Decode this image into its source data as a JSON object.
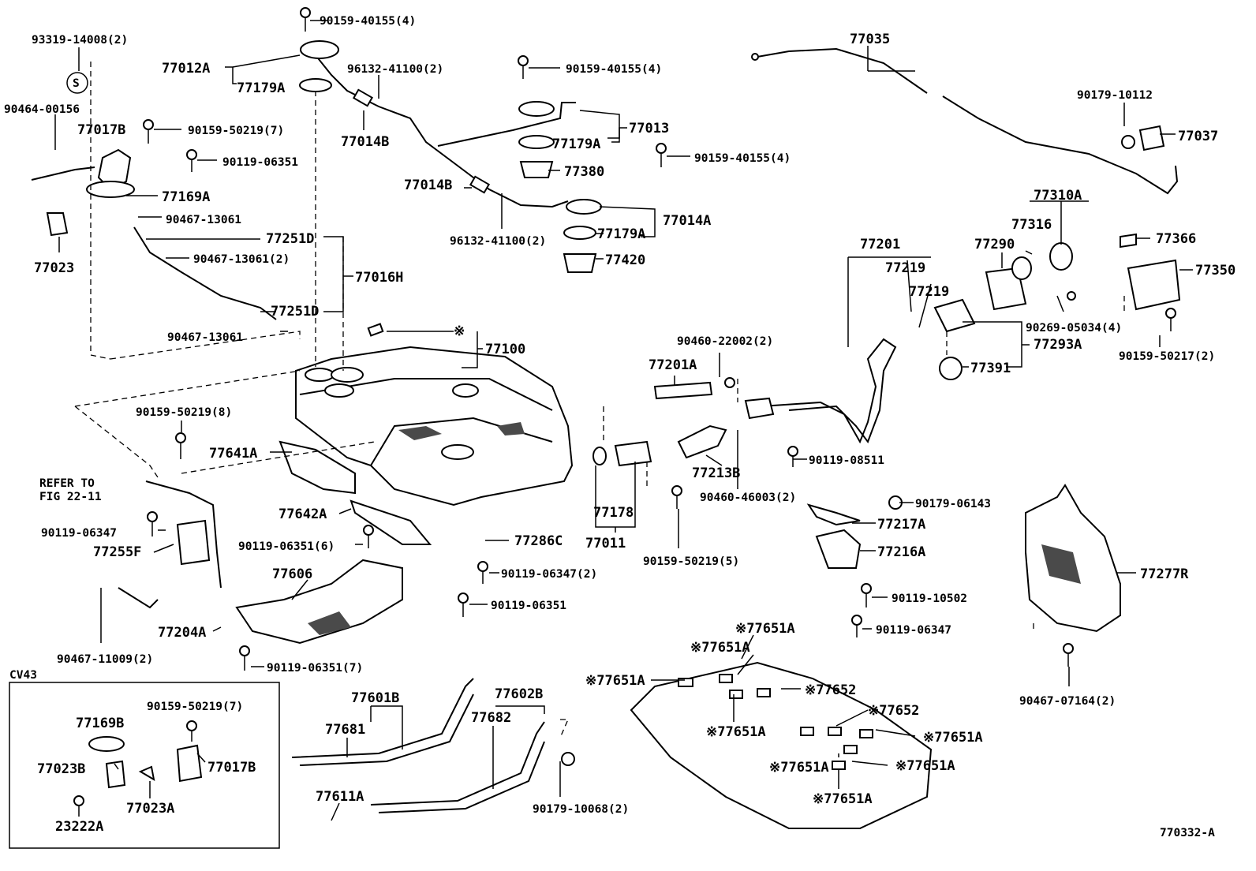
{
  "diagram": {
    "figure_id": "770332-A",
    "inset_title": "CV43",
    "refer_note": [
      "REFER TO",
      "FIG 22-11"
    ],
    "labels": {
      "p93319_14008": "93319-14008(2)",
      "p90159_40155_top": "90159-40155(4)",
      "p77012A": "77012A",
      "p96132_41100_top": "96132-41100(2)",
      "p90159_40155_mid": "90159-40155(4)",
      "p77035": "77035",
      "p90464_00156": "90464-00156",
      "p77179A_top": "77179A",
      "p77017B": "77017B",
      "p90159_50219_7": "90159-50219(7)",
      "p77014B_top": "77014B",
      "p77013": "77013",
      "p77179A_mid": "77179A",
      "p90179_10112": "90179-10112",
      "p77037": "77037",
      "p90119_06351_top": "90119-06351",
      "p77380": "77380",
      "p90159_40155_r": "90159-40155(4)",
      "p77169A": "77169A",
      "p77014B_mid": "77014B",
      "p90467_13061_a": "90467-13061",
      "p77014A": "77014A",
      "p77310A": "77310A",
      "p77023": "77023",
      "p77251D_a": "77251D",
      "p96132_41100_mid": "96132-41100(2)",
      "p77179A_low": "77179A",
      "p77316": "77316",
      "p77366": "77366",
      "p90467_13061_2": "90467-13061(2)",
      "p77420": "77420",
      "p77201": "77201",
      "p77290": "77290",
      "p77016H": "77016H",
      "p77219_a": "77219",
      "p77219_b": "77219",
      "p77350": "77350",
      "p77251D_b": "77251D",
      "p90467_13061_b": "90467-13061",
      "p77100": "77100",
      "p77100_mark": "※",
      "p90460_22002": "90460-22002(2)",
      "p90269_05034": "90269-05034(4)",
      "p77293A": "77293A",
      "p77201A": "77201A",
      "p77391": "77391",
      "p90159_50217": "90159-50217(2)",
      "p90159_50219_8": "90159-50219(8)",
      "p77641A": "77641A",
      "p90119_08511": "90119-08511",
      "p77213B": "77213B",
      "p90460_46003": "90460-46003(2)",
      "p90179_06143": "90179-06143",
      "p77642A": "77642A",
      "p77178": "77178",
      "p77217A": "77217A",
      "p90119_06347_a": "90119-06347",
      "p90119_06351_6": "90119-06351(6)",
      "p77286C": "77286C",
      "p77011": "77011",
      "p77216A": "77216A",
      "p77255F": "77255F",
      "p90159_50219_5": "90159-50219(5)",
      "p77277R": "77277R",
      "p77606": "77606",
      "p90119_06347_2": "90119-06347(2)",
      "p90119_10502": "90119-10502",
      "p90119_06351_b": "90119-06351",
      "p77204A": "77204A",
      "p90119_06347_b": "90119-06347",
      "p77651A_1": "※77651A",
      "p90467_11009": "90467-11009(2)",
      "p77651A_2": "※77651A",
      "p90119_06351_7": "90119-06351(7)",
      "p77651A_3": "※77651A",
      "p77652_a": "※77652",
      "p90467_07164": "90467-07164(2)",
      "p77601B": "77601B",
      "p77602B": "77602B",
      "p77652_b": "※77652",
      "p77681": "77681",
      "p77682": "77682",
      "p77651A_4": "※77651A",
      "p77651A_5": "※77651A",
      "p77651A_6": "※77651A",
      "p77651A_7": "※77651A",
      "p77611A": "77611A",
      "p77651A_8": "※77651A",
      "p90179_10068": "90179-10068(2)",
      "p77169B": "77169B",
      "p90159_50219_7b": "90159-50219(7)",
      "p77023B": "77023B",
      "p77017B_b": "77017B",
      "p77023A": "77023A",
      "p23222A": "23222A",
      "s_symbol": "S"
    }
  }
}
